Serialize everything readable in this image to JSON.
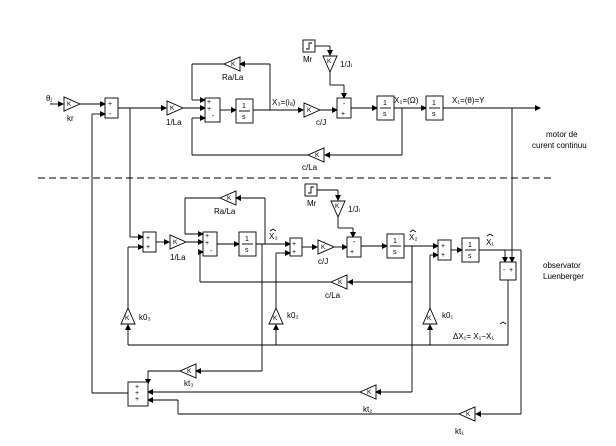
{
  "labels": {
    "theta_j": "θⱼ",
    "kr": "kr",
    "one_over_La_top": "1/La",
    "ra_la_top": "Ra/La",
    "x3_ia": "X₃=(iₐ)",
    "c_over_J_top": "c/J",
    "mr_top": "Mr",
    "one_over_Jl_top": "1/Jₗ",
    "x2_omega": "X₂=(Ω)",
    "x1_theta": "X₁=(θ)=Y",
    "c_over_La_top": "c/La",
    "motor_line1": "motor de",
    "motor_line2": "curent continuu",
    "ra_la_bot": "Ra/La",
    "mr_bot": "Mr",
    "one_over_Jl_bot": "1/Jₗ",
    "one_over_La_bot": "1/La",
    "x3_hat": "X₃",
    "c_over_J_bot": "c/J",
    "x2_hat": "X₂",
    "x1_hat": "X₁",
    "c_over_La_bot": "c/La",
    "observer_line1": "observator",
    "observer_line2": "Luenberger",
    "k03": "k0₃",
    "k02": "k0₂",
    "k01": "k0₁",
    "delta_x1": "ΔX₁= X₁−X₁",
    "kt3": "kt₃",
    "kt2": "kt₂",
    "kt1": "kt₁",
    "gain_K": "K",
    "integrator_num": "1",
    "integrator_den": "s",
    "plus": "+",
    "minus": "-"
  }
}
